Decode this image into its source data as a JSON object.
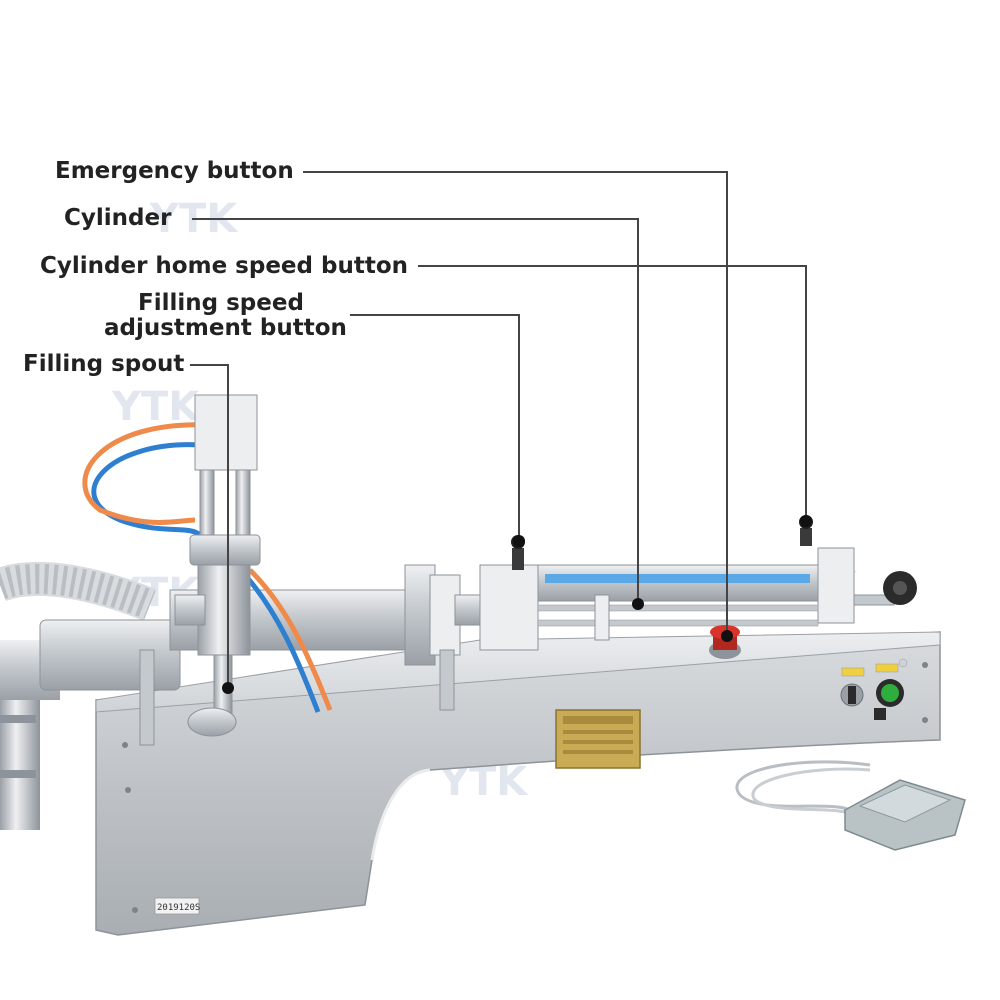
{
  "labels": {
    "emergency_button": "Emergency button",
    "cylinder": "Cylinder",
    "cylinder_home_speed_button": "Cylinder home speed button",
    "filling_speed_line1": "Filling speed",
    "filling_speed_line2": "adjustment button",
    "filling_spout": "Filling spout"
  },
  "watermark": "YTK",
  "serial_tag": "2019120S",
  "colors": {
    "leader_line": "#444444",
    "steel_light": "#e4e7ea",
    "steel_mid": "#b9bec4",
    "steel_dark": "#8d939a",
    "hose_blue": "#2f7fd1",
    "hose_orange": "#ef8a4a",
    "cylinder_stripe": "#5aa9e6",
    "emergency_red": "#d9342b",
    "plate_gold": "#c9aa55",
    "indicator_green": "#2fae3d"
  }
}
